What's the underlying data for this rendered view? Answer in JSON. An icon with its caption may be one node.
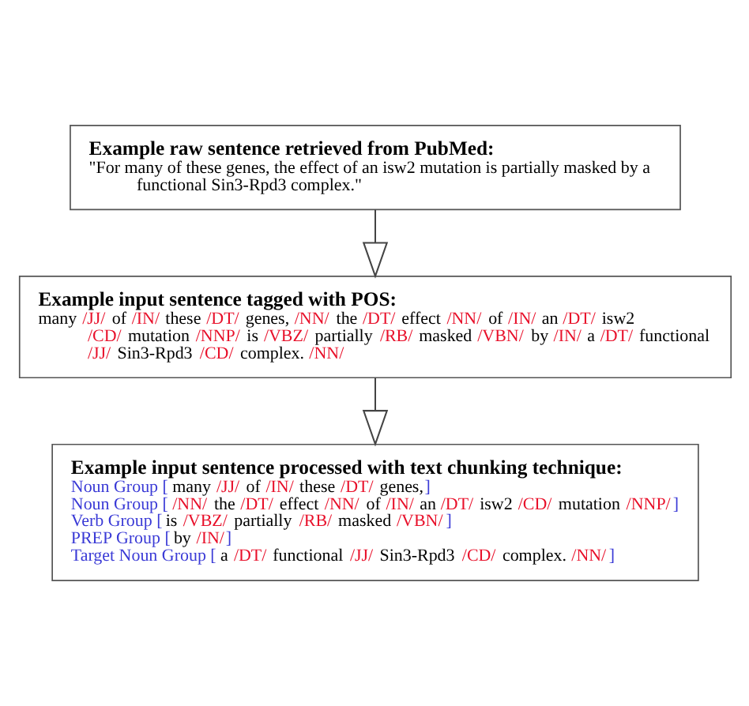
{
  "diagram": {
    "nodes": [
      {
        "text": [
          "Example raw sentence retrieved from PubMed:",
          "\"For many of these genes, the effect of an isw2 mutation is partially masked by a functional Sin3-Rpd3 complex.\""
        ]
      },
      {
        "text": [
          "Example input sentence tagged with POS:",
          "many /JJ/ of /IN/ these /DT/ genes, /NN/ the /DT/ effect /NN/ of /IN/ an /DT/ isw2 /CD/ mutation /NNP/ is /VBZ/ partially /RB/ masked /VBN/ by /IN/ a /DT/ functional /JJ/ Sin3-Rpd3 /CD/ complex. /NN/"
        ]
      },
      {
        "text": [
          "Example input sentence processed with text chunking technique:",
          "Noun Group [many /JJ/ of /IN/ these /DT/ genes,]",
          "Noun Group [/NN/ the /DT/ effect /NN/ of /IN/ an /DT/ isw2 /CD/ mutation /NNP/]",
          "Verb Group [is /VBZ/ partially /RB/ masked /VBN/]",
          "PREP Group [by /IN/]",
          "Target Noun Group [a /DT/ functional /JJ/ Sin3-Rpd3 /CD/ complex. /NN/]"
        ]
      }
    ],
    "edges": [
      {
        "from": 0,
        "to": 1,
        "arrow": "to"
      },
      {
        "from": 1,
        "to": 2,
        "arrow": "to"
      }
    ]
  }
}
